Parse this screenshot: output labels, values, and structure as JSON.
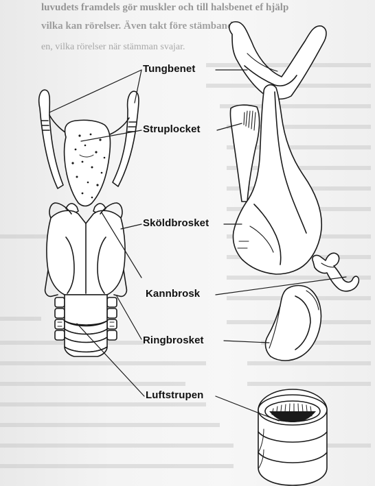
{
  "labels": {
    "tungbenet": "Tungbenet",
    "struplocket": "Struplocket",
    "skoldbrosket": "Sköldbrosket",
    "kannbrosk": "Kannbrosk",
    "ringbrosket": "Ringbrosket",
    "luftstrupen": "Luftstrupen"
  },
  "background_text": {
    "top_line_1": "luvudets framdels gör muskler och till halsbenet ef hjälp",
    "top_line_2": "vilka kan rörelser. Även takt före stämbanden",
    "top_line_3": "en, vilka rörelser när stämman svajar."
  },
  "colors": {
    "paper": "#f4f4f4",
    "ink": "#1a1a1a",
    "bleed_text": "#9a9a9a"
  }
}
